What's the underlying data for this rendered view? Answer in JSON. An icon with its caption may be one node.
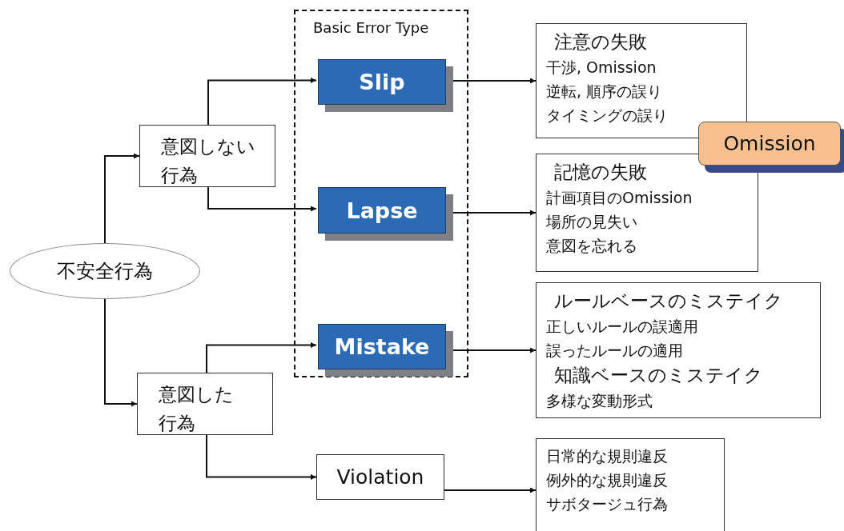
{
  "diagram": {
    "nodes": [
      {
        "text": [
          "不安全行為"
        ]
      },
      {
        "text": [
          "意図しない行為"
        ]
      },
      {
        "text": [
          "意図した行為"
        ]
      },
      {
        "text": [
          "Basic Error Type"
        ]
      },
      {
        "text": [
          "Slip"
        ],
        "in": 3
      },
      {
        "text": [
          "Lapse"
        ],
        "in": 3
      },
      {
        "text": [
          "Mistake"
        ],
        "in": 3
      },
      {
        "text": [
          "Violation"
        ]
      },
      {
        "text": [
          "注意の失敗",
          "干渉, Omission",
          "逆転, 順序の誤り",
          "タイミングの誤り"
        ]
      },
      {
        "text": [
          "Omission"
        ]
      },
      {
        "text": [
          "記憶の失敗",
          "計画項目のOmission",
          "場所の見失い",
          "意図を忘れる"
        ]
      },
      {
        "text": [
          "ルールベースのミステイク",
          "正しいルールの誤適用",
          "誤ったルールの適用",
          "知識ベースのミステイク",
          "多様な変動形式"
        ]
      },
      {
        "text": [
          "日常的な規則違反",
          "例外的な規則違反",
          "サボタージュ行為"
        ]
      }
    ],
    "edges": [
      {
        "from": 0,
        "to": 1,
        "arrow": "to"
      },
      {
        "from": 0,
        "to": 2,
        "arrow": "to"
      },
      {
        "from": 1,
        "to": 4,
        "arrow": "to"
      },
      {
        "from": 1,
        "to": 5,
        "arrow": "to"
      },
      {
        "from": 2,
        "to": 6,
        "arrow": "to"
      },
      {
        "from": 2,
        "to": 7,
        "arrow": "to"
      },
      {
        "from": 4,
        "to": 8,
        "arrow": "to"
      },
      {
        "from": 5,
        "to": 10,
        "arrow": "to"
      },
      {
        "from": 6,
        "to": 11,
        "arrow": "to"
      },
      {
        "from": 7,
        "to": 12,
        "arrow": "to"
      }
    ]
  }
}
